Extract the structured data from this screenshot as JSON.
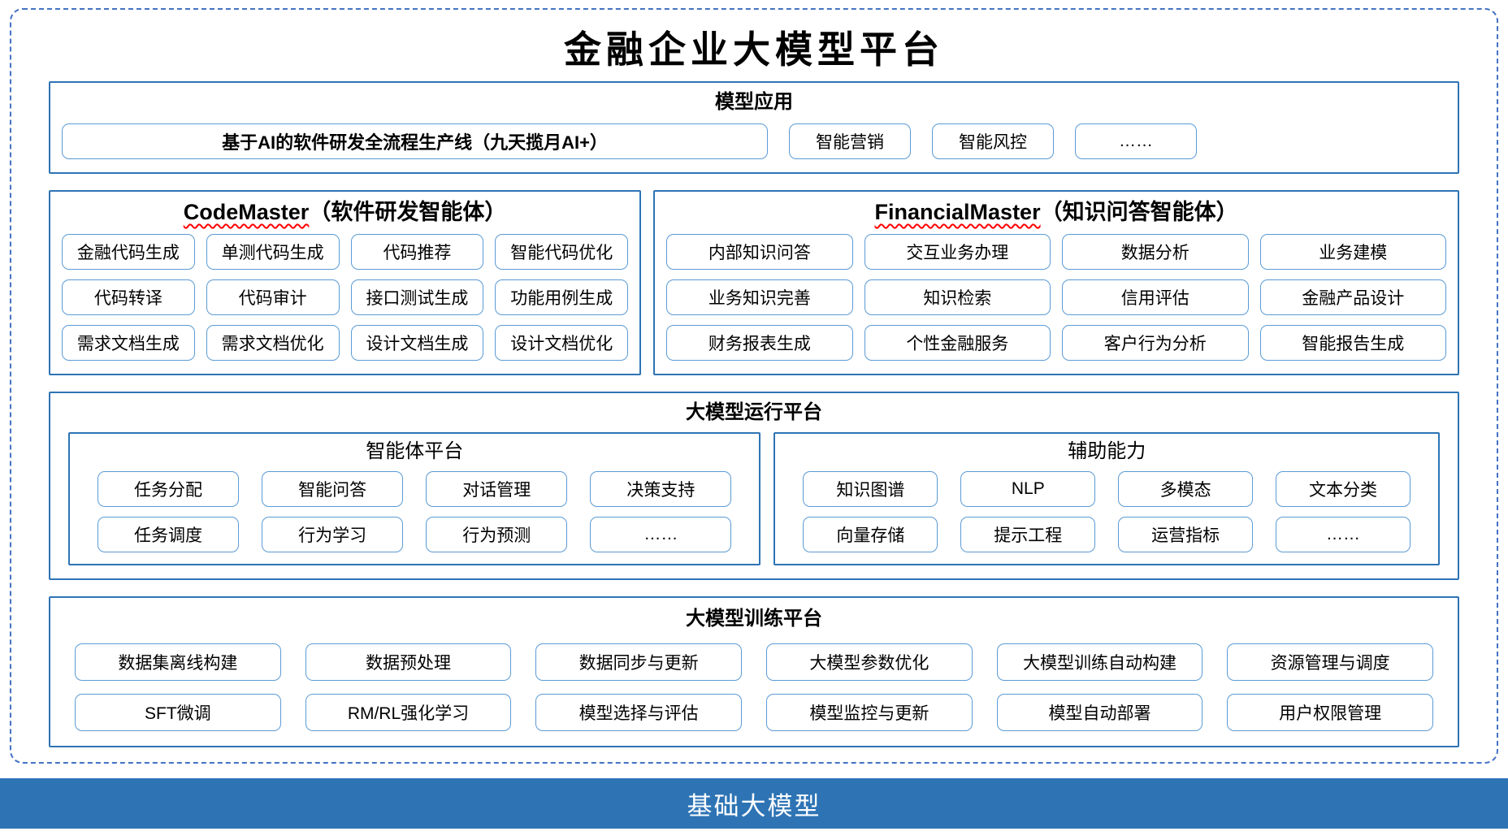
{
  "title": "金融企业大模型平台",
  "colors": {
    "section_border": "#2E74B5",
    "item_border": "#5B9BD5",
    "outer_dashed_border": "#4472C4",
    "base_bar_background": "#2E74B5",
    "base_bar_text": "#FFFFFF",
    "wavy_underline": "#FF0000"
  },
  "model_application": {
    "header": "模型应用",
    "main_item": "基于AI的软件研发全流程生产线（九天揽月AI+）",
    "items": [
      "智能营销",
      "智能风控",
      "……"
    ]
  },
  "agents": [
    {
      "name_en": "CodeMaster",
      "name_cn": "（软件研发智能体）",
      "items": [
        "金融代码生成",
        "单测代码生成",
        "代码推荐",
        "智能代码优化",
        "代码转译",
        "代码审计",
        "接口测试生成",
        "功能用例生成",
        "需求文档生成",
        "需求文档优化",
        "设计文档生成",
        "设计文档优化"
      ]
    },
    {
      "name_en": "FinancialMaster",
      "name_cn": "（知识问答智能体）",
      "items": [
        "内部知识问答",
        "交互业务办理",
        "数据分析",
        "业务建模",
        "业务知识完善",
        "知识检索",
        "信用评估",
        "金融产品设计",
        "财务报表生成",
        "个性金融服务",
        "客户行为分析",
        "智能报告生成"
      ]
    }
  ],
  "runtime_platform": {
    "header": "大模型运行平台",
    "groups": [
      {
        "title": "智能体平台",
        "items": [
          "任务分配",
          "智能问答",
          "对话管理",
          "决策支持",
          "任务调度",
          "行为学习",
          "行为预测",
          "……"
        ]
      },
      {
        "title": "辅助能力",
        "items": [
          "知识图谱",
          "NLP",
          "多模态",
          "文本分类",
          "向量存储",
          "提示工程",
          "运营指标",
          "……"
        ]
      }
    ]
  },
  "training_platform": {
    "header": "大模型训练平台",
    "items": [
      "数据集离线构建",
      "数据预处理",
      "数据同步与更新",
      "大模型参数优化",
      "大模型训练自动构建",
      "资源管理与调度",
      "SFT微调",
      "RM/RL强化学习",
      "模型选择与评估",
      "模型监控与更新",
      "模型自动部署",
      "用户权限管理"
    ]
  },
  "base_model_bar": {
    "label": "基础大模型"
  }
}
